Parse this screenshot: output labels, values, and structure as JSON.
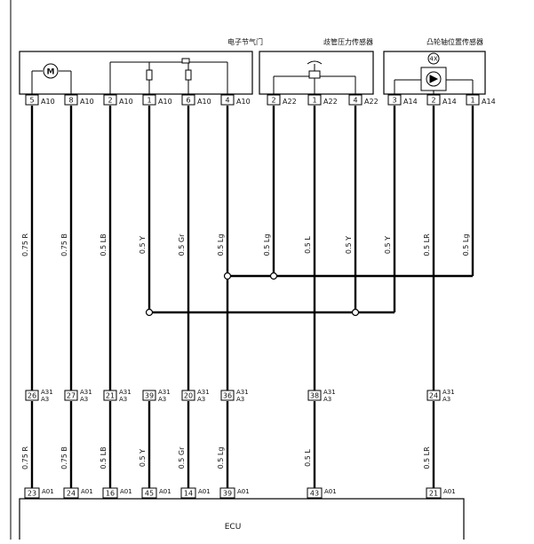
{
  "components": {
    "throttle": {
      "title": "电子节气门",
      "connector": "A10",
      "pins": [
        "5",
        "8",
        "2",
        "1",
        "6",
        "4"
      ]
    },
    "map_sensor": {
      "title": "歧管压力传感器",
      "connector": "A22",
      "pins": [
        "2",
        "1",
        "4"
      ]
    },
    "cam_sensor": {
      "title": "凸轮轴位置传感器",
      "connector": "A14",
      "pins": [
        "3",
        "2",
        "1"
      ],
      "badge": "4X"
    }
  },
  "motor_symbol": "M",
  "wires": [
    {
      "label": "0.75 R"
    },
    {
      "label": "0.75 B"
    },
    {
      "label": "0.5 LB"
    },
    {
      "label": "0.5 Y"
    },
    {
      "label": "0.5 Gr"
    },
    {
      "label": "0.5 Lg"
    },
    {
      "label": "0.5 Lg"
    },
    {
      "label": "0.5 L"
    },
    {
      "label": "0.5 Y"
    },
    {
      "label": "0.5 Y"
    },
    {
      "label": "0.5 LR"
    },
    {
      "label": "0.5 Lg"
    }
  ],
  "lower_wires": [
    {
      "label": "0.75 R"
    },
    {
      "label": "0.75 B"
    },
    {
      "label": "0.5 LB"
    },
    {
      "label": "0.5 Y"
    },
    {
      "label": "0.5 Gr"
    },
    {
      "label": "0.5 Lg"
    },
    {
      "label": "0.5 L"
    },
    {
      "label": "0.5 LR"
    }
  ],
  "mid_connector": {
    "name_top": "A31",
    "name_bottom": "A3",
    "pins": [
      "26",
      "27",
      "21",
      "39",
      "20",
      "36",
      "38",
      "24"
    ]
  },
  "ecu_connector": {
    "name": "A01",
    "pins": [
      "23",
      "24",
      "16",
      "45",
      "14",
      "39",
      "43",
      "21"
    ]
  },
  "ecu": {
    "label": "ECU"
  }
}
